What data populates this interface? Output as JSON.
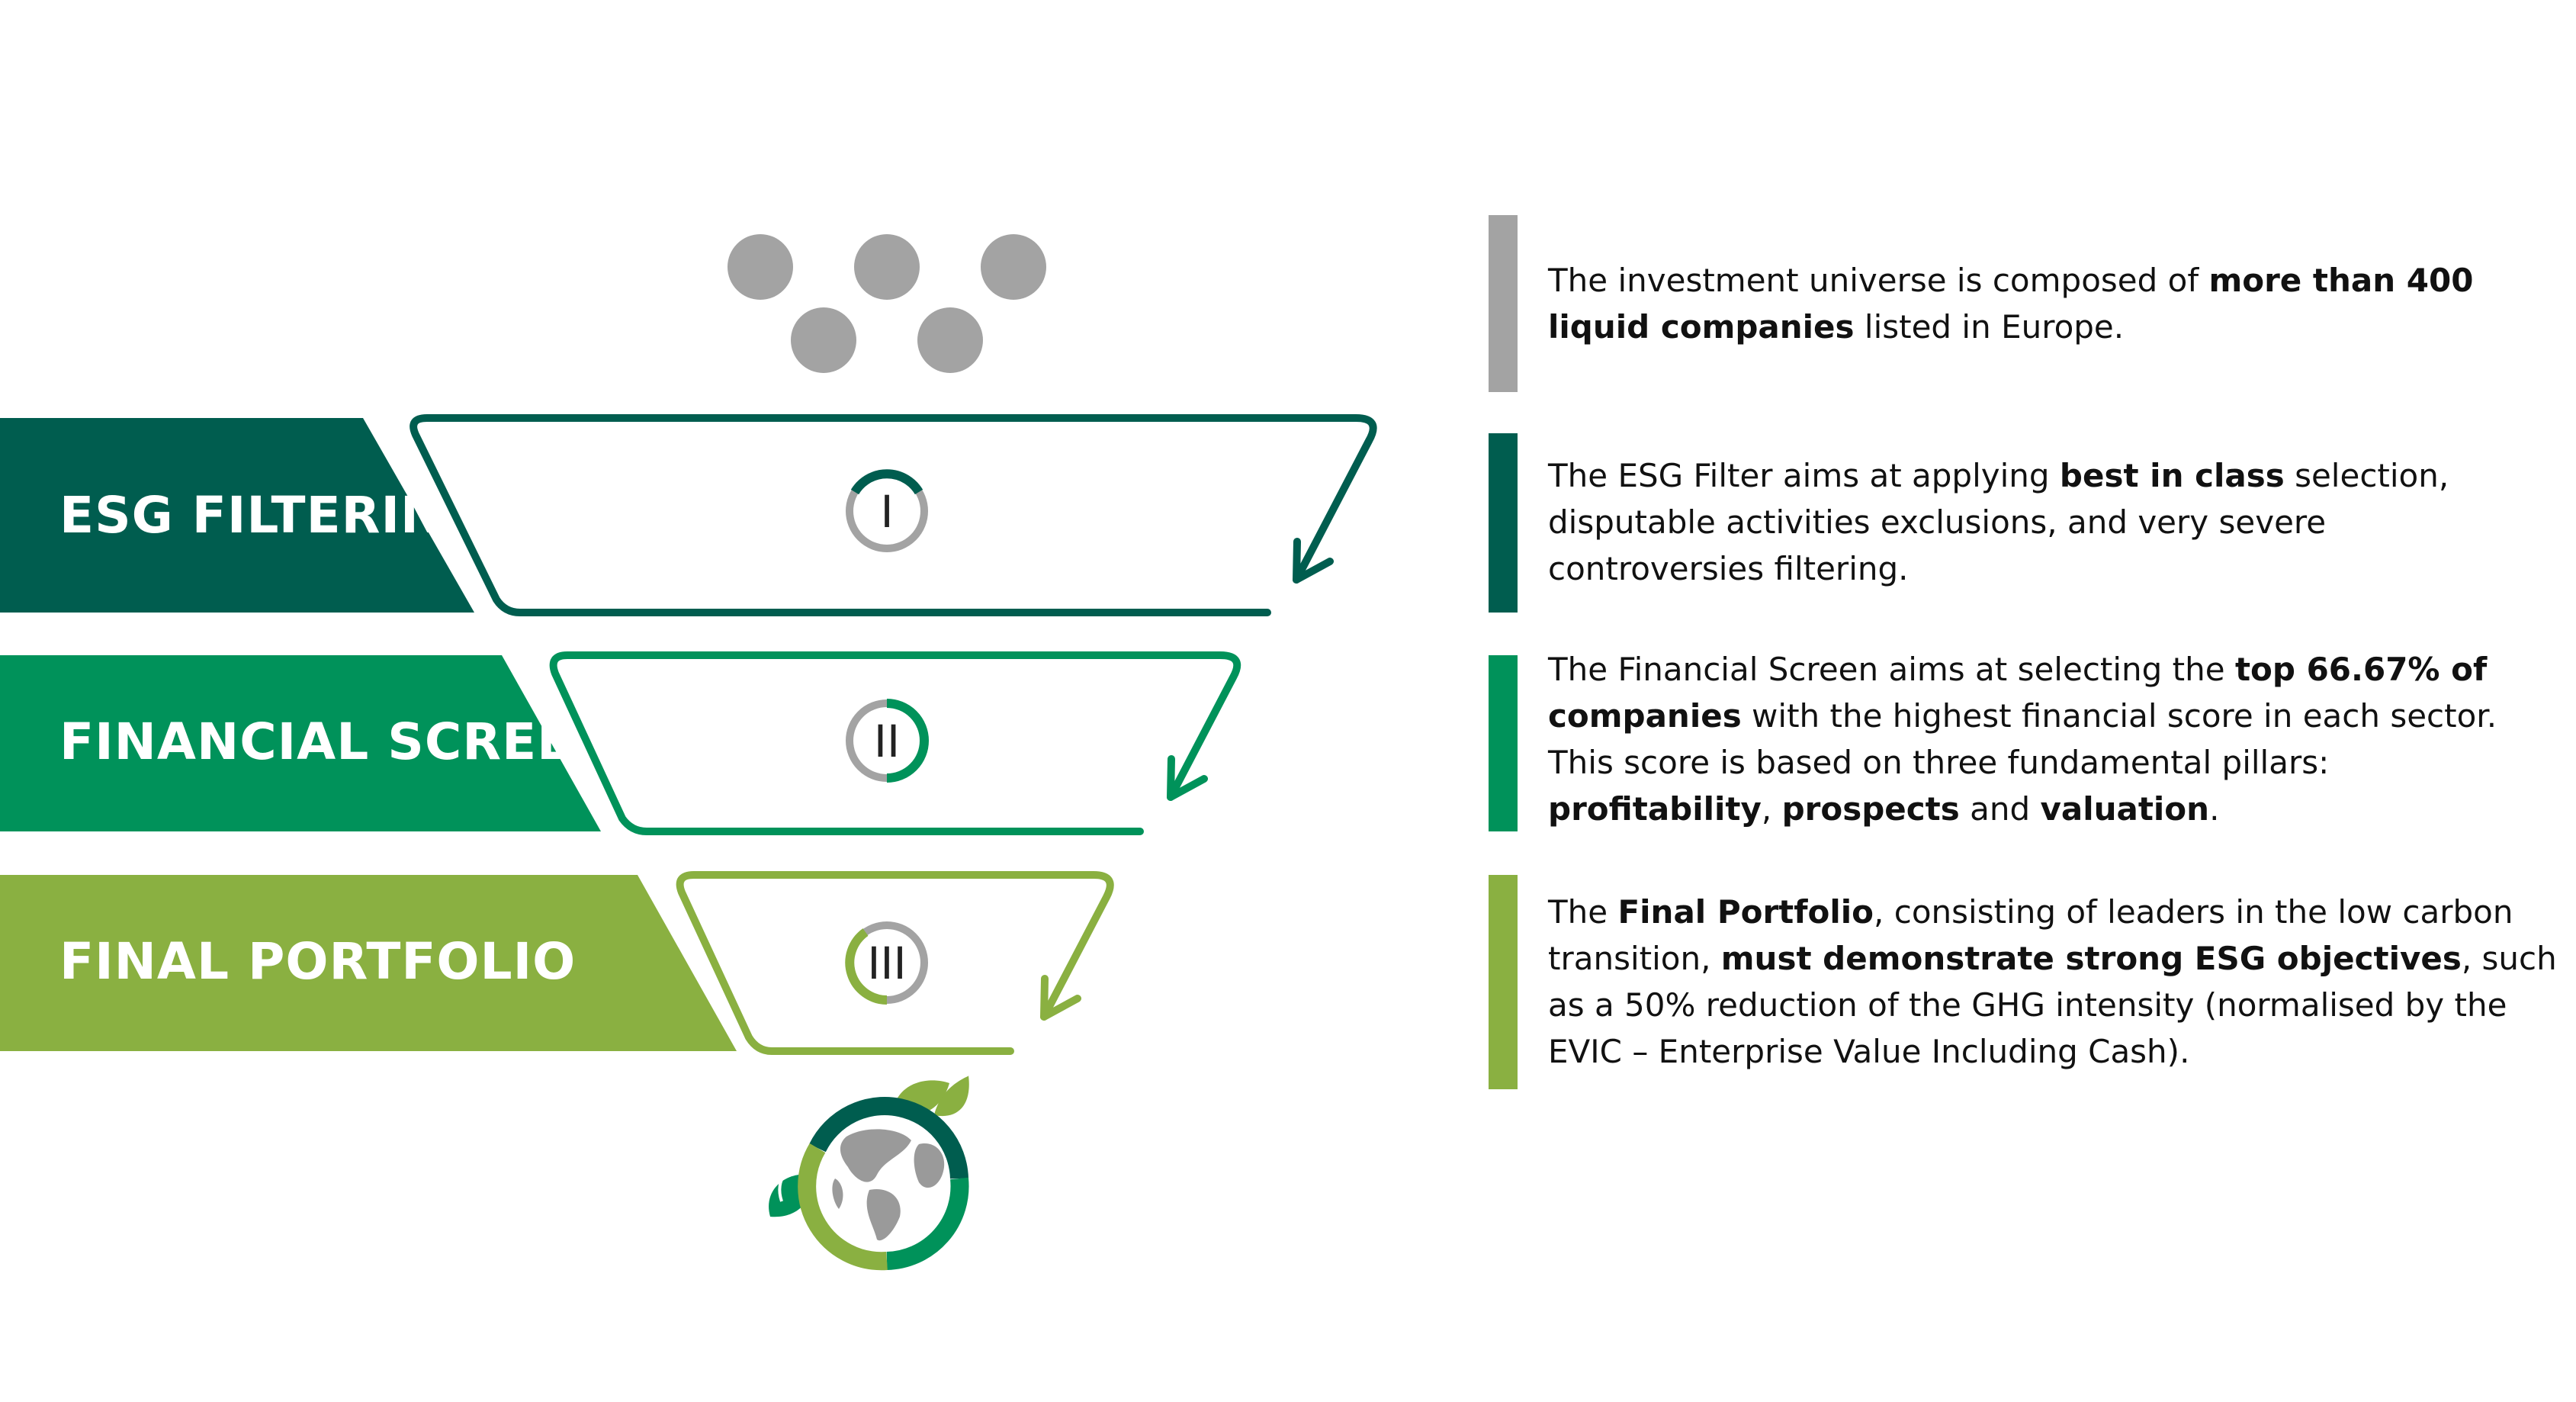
{
  "colors": {
    "dark_green": "#005d4f",
    "mid_green": "#00925a",
    "light_green": "#8ab041",
    "grey": "#a3a3a3"
  },
  "stages": [
    {
      "label": "ESG FILTERING",
      "roman": "I"
    },
    {
      "label": "FINANCIAL SCREENING",
      "roman": "II"
    },
    {
      "label": "FINAL PORTFOLIO",
      "roman": "III"
    }
  ],
  "descriptions": [
    {
      "lines": [
        [
          {
            "t": "The investment universe is composed of "
          },
          {
            "t": "more than 400",
            "b": true
          }
        ],
        [
          {
            "t": "liquid companies",
            "b": true
          },
          {
            "t": " listed in Europe."
          }
        ]
      ]
    },
    {
      "lines": [
        [
          {
            "t": "The ESG Filter aims at applying "
          },
          {
            "t": "best in class",
            "b": true
          },
          {
            "t": " selection,"
          }
        ],
        [
          {
            "t": "disputable activities exclusions, and very severe"
          }
        ],
        [
          {
            "t": "controversies filtering."
          }
        ]
      ]
    },
    {
      "lines": [
        [
          {
            "t": "The Financial Screen aims at selecting the "
          },
          {
            "t": "top 66.67% of",
            "b": true
          }
        ],
        [
          {
            "t": "companies",
            "b": true
          },
          {
            "t": " with the highest financial score in each sector."
          }
        ],
        [
          {
            "t": "This score is based on three fundamental pillars:"
          }
        ],
        [
          {
            "t": "profitability",
            "b": true
          },
          {
            "t": ", "
          },
          {
            "t": "prospects",
            "b": true
          },
          {
            "t": " and "
          },
          {
            "t": "valuation",
            "b": true
          },
          {
            "t": "."
          }
        ]
      ]
    },
    {
      "lines": [
        [
          {
            "t": "The "
          },
          {
            "t": "Final Portfolio",
            "b": true
          },
          {
            "t": ", consisting of leaders in the low carbon"
          }
        ],
        [
          {
            "t": "transition, "
          },
          {
            "t": "must demonstrate strong ESG objectives",
            "b": true
          },
          {
            "t": ", such"
          }
        ],
        [
          {
            "t": "as a 50% reduction of the GHG intensity (normalised by the"
          }
        ],
        [
          {
            "t": "EVIC – Enterprise Value Including Cash)."
          }
        ]
      ]
    }
  ],
  "icons": {
    "universe": "company-dots-icon",
    "result": "globe-leaves-icon"
  }
}
